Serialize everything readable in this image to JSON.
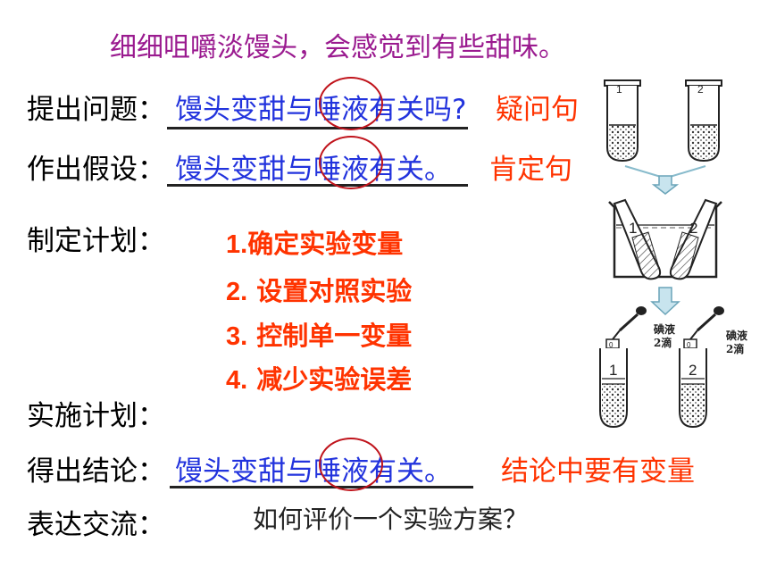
{
  "title": "细细咀嚼淡馒头，会感觉到有些甜味。",
  "rows": {
    "question": {
      "label": "提出问题：",
      "value": "馒头变甜与唾液有关吗?",
      "note": "疑问句"
    },
    "hypothesis": {
      "label": "作出假设：",
      "value": "馒头变甜与唾液有关。",
      "note": "肯定句"
    },
    "plan": {
      "label": "制定计划："
    },
    "implement": {
      "label": "实施计划："
    },
    "conclusion": {
      "label": "得出结论：",
      "value": "馒头变甜与唾液有关。",
      "note": "结论中要有变量"
    },
    "communicate": {
      "label": "表达交流：",
      "value": "如何评价一个实验方案？"
    }
  },
  "plan_steps": [
    {
      "num": "1.",
      "text": "确定实验变量"
    },
    {
      "num": "2.",
      "text": " 设置对照实验"
    },
    {
      "num": "3.",
      "text": " 控制单一变量"
    },
    {
      "num": "4.",
      "text": " 减少实验误差"
    }
  ],
  "figure": {
    "tube_labels": [
      "1",
      "2"
    ],
    "beaker_labels": [
      "1",
      "2"
    ],
    "iodine_label_line1": "碘液",
    "iodine_label_line2": "2滴",
    "small_tube_labels": [
      "1",
      "2"
    ],
    "dropper_marks": [
      "0",
      "0"
    ]
  }
}
